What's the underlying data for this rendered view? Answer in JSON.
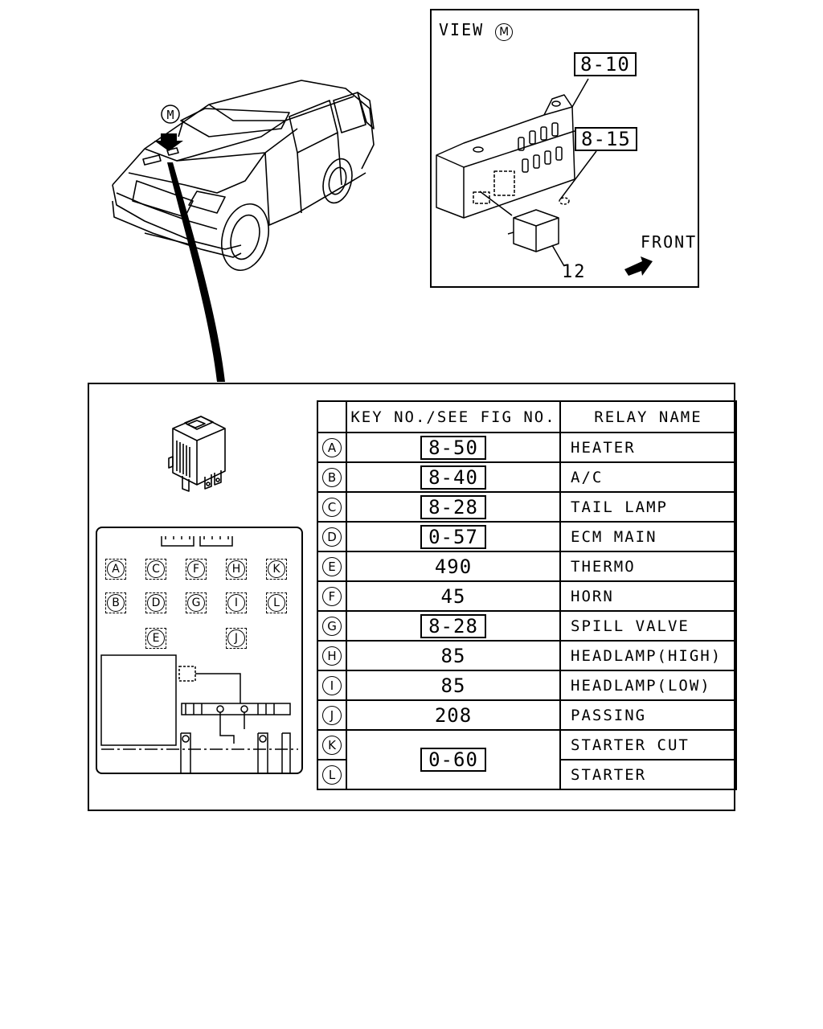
{
  "view": {
    "title": "VIEW",
    "marker": "M",
    "callouts": [
      "8-10",
      "8-15"
    ],
    "part_number": "12",
    "front_label": "FRONT"
  },
  "vehicle": {
    "marker": "M"
  },
  "table": {
    "headers": [
      "KEY NO./SEE FIG NO.",
      "RELAY NAME"
    ],
    "rows": [
      {
        "key": "A",
        "fig": "8-50",
        "boxed": true,
        "name": "HEATER"
      },
      {
        "key": "B",
        "fig": "8-40",
        "boxed": true,
        "name": "A/C"
      },
      {
        "key": "C",
        "fig": "8-28",
        "boxed": true,
        "name": "TAIL LAMP"
      },
      {
        "key": "D",
        "fig": "0-57",
        "boxed": true,
        "name": "ECM MAIN"
      },
      {
        "key": "E",
        "fig": "490",
        "boxed": false,
        "name": "THERMO"
      },
      {
        "key": "F",
        "fig": "45",
        "boxed": false,
        "name": "HORN"
      },
      {
        "key": "G",
        "fig": "8-28",
        "boxed": true,
        "name": "SPILL VALVE"
      },
      {
        "key": "H",
        "fig": "85",
        "boxed": false,
        "name": "HEADLAMP(HIGH)"
      },
      {
        "key": "I",
        "fig": "85",
        "boxed": false,
        "name": "HEADLAMP(LOW)"
      },
      {
        "key": "J",
        "fig": "208",
        "boxed": false,
        "name": "PASSING"
      },
      {
        "key": "K",
        "fig": "0-60",
        "boxed": true,
        "name": "STARTER CUT"
      },
      {
        "key": "L",
        "fig": "",
        "boxed": false,
        "name": "STARTER"
      }
    ]
  },
  "fuse_block": {
    "row1": [
      "A",
      "C",
      "F",
      "H",
      "K"
    ],
    "row2": [
      "B",
      "D",
      "G",
      "I",
      "L"
    ],
    "row3": [
      "E",
      "J"
    ]
  }
}
